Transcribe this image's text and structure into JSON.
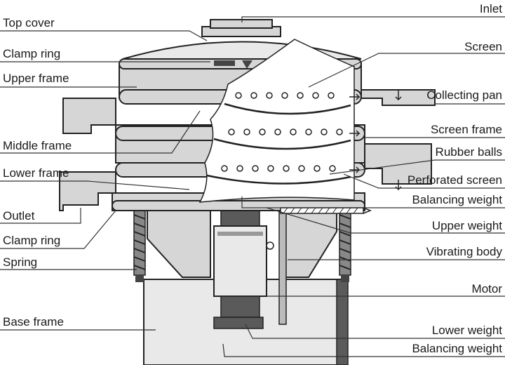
{
  "labels": {
    "top_cover": "Top cover",
    "clamp_ring_top": "Clamp ring",
    "upper_frame": "Upper frame",
    "middle_frame": "Middle frame",
    "lower_frame": "Lower frame",
    "outlet": "Outlet",
    "clamp_ring_bottom": "Clamp ring",
    "spring": "Spring",
    "base_frame": "Base frame",
    "inlet": "Inlet",
    "screen": "Screen",
    "collecting_pan": "Collecting pan",
    "screen_frame": "Screen frame",
    "rubber_balls": "Rubber balls",
    "perforated_screen": "Perforated screen",
    "balancing_weight_top": "Balancing weight",
    "upper_weight": "Upper weight",
    "vibrating_body": "Vibrating body",
    "motor": "Motor",
    "lower_weight": "Lower weight",
    "balancing_weight_bottom": "Balancing weight"
  },
  "colors": {
    "metal": "#d6d6d6",
    "line": "#222222",
    "background": "#ffffff"
  }
}
